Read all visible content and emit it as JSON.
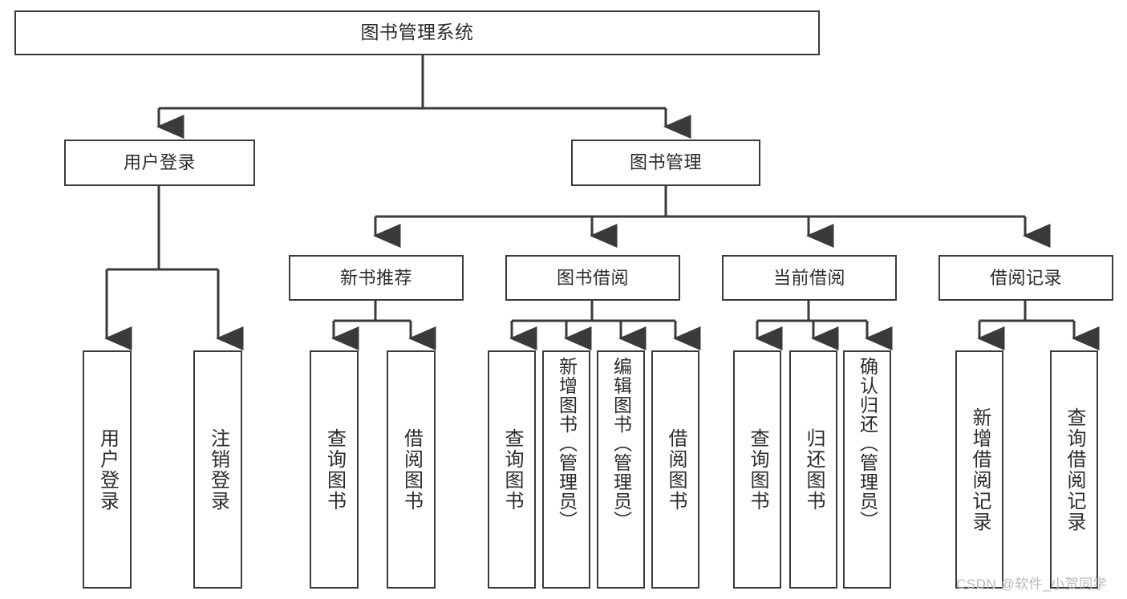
{
  "diagram": {
    "type": "tree-hierarchy-diagram",
    "title": "图书管理系统",
    "stroke_color": "#3a3a3a",
    "text_color": "#2b2b2b",
    "background_color": "#ffffff",
    "root": {
      "label": "图书管理系统"
    },
    "level2": [
      {
        "label": "用户登录"
      },
      {
        "label": "图书管理"
      }
    ],
    "level3": [
      {
        "label": "新书推荐"
      },
      {
        "label": "图书借阅"
      },
      {
        "label": "当前借阅"
      },
      {
        "label": "借阅记录"
      }
    ],
    "leaves": {
      "user_login": [
        {
          "label": "用户登录"
        },
        {
          "label": "注销登录"
        }
      ],
      "new_book_recommend": [
        {
          "label": "查询图书"
        },
        {
          "label": "借阅图书"
        }
      ],
      "book_borrow": [
        {
          "label": "查询图书"
        },
        {
          "label": "新增图书（管理员）"
        },
        {
          "label": "编辑图书（管理员）"
        },
        {
          "label": "借阅图书"
        }
      ],
      "current_borrow": [
        {
          "label": "查询图书"
        },
        {
          "label": "归还图书"
        },
        {
          "label": "确认归还（管理员）"
        }
      ],
      "borrow_records": [
        {
          "label": "新增借阅记录"
        },
        {
          "label": "查询借阅记录"
        }
      ]
    }
  },
  "watermark": {
    "text": "CSDN @软件_小贺同学"
  }
}
